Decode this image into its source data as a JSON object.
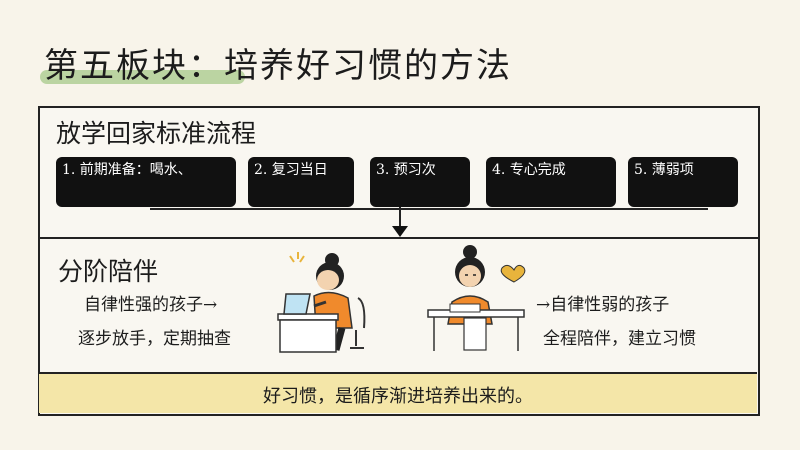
{
  "title": "第五板块：培养好习惯的方法",
  "section1": {
    "title": "放学回家标准流程",
    "steps": [
      "1. 前期准备：喝水、",
      "2. 复习当日",
      "3. 预习次",
      "4. 专心完成",
      "5. 薄弱项"
    ]
  },
  "section2": {
    "title": "分阶陪伴",
    "left_line1": "自律性强的孩子→",
    "left_line2": "逐步放手，定期抽查",
    "right_line1": "→自律性弱的孩子",
    "right_line2": "全程陪伴，建立习惯"
  },
  "footer": "好习惯，是循序渐进培养出来的。",
  "colors": {
    "title_highlight": "#a7c98a",
    "footer_bg": "#f4e6a8",
    "shirt_orange": "#f08a2c",
    "heart_yellow": "#e8b43c"
  }
}
